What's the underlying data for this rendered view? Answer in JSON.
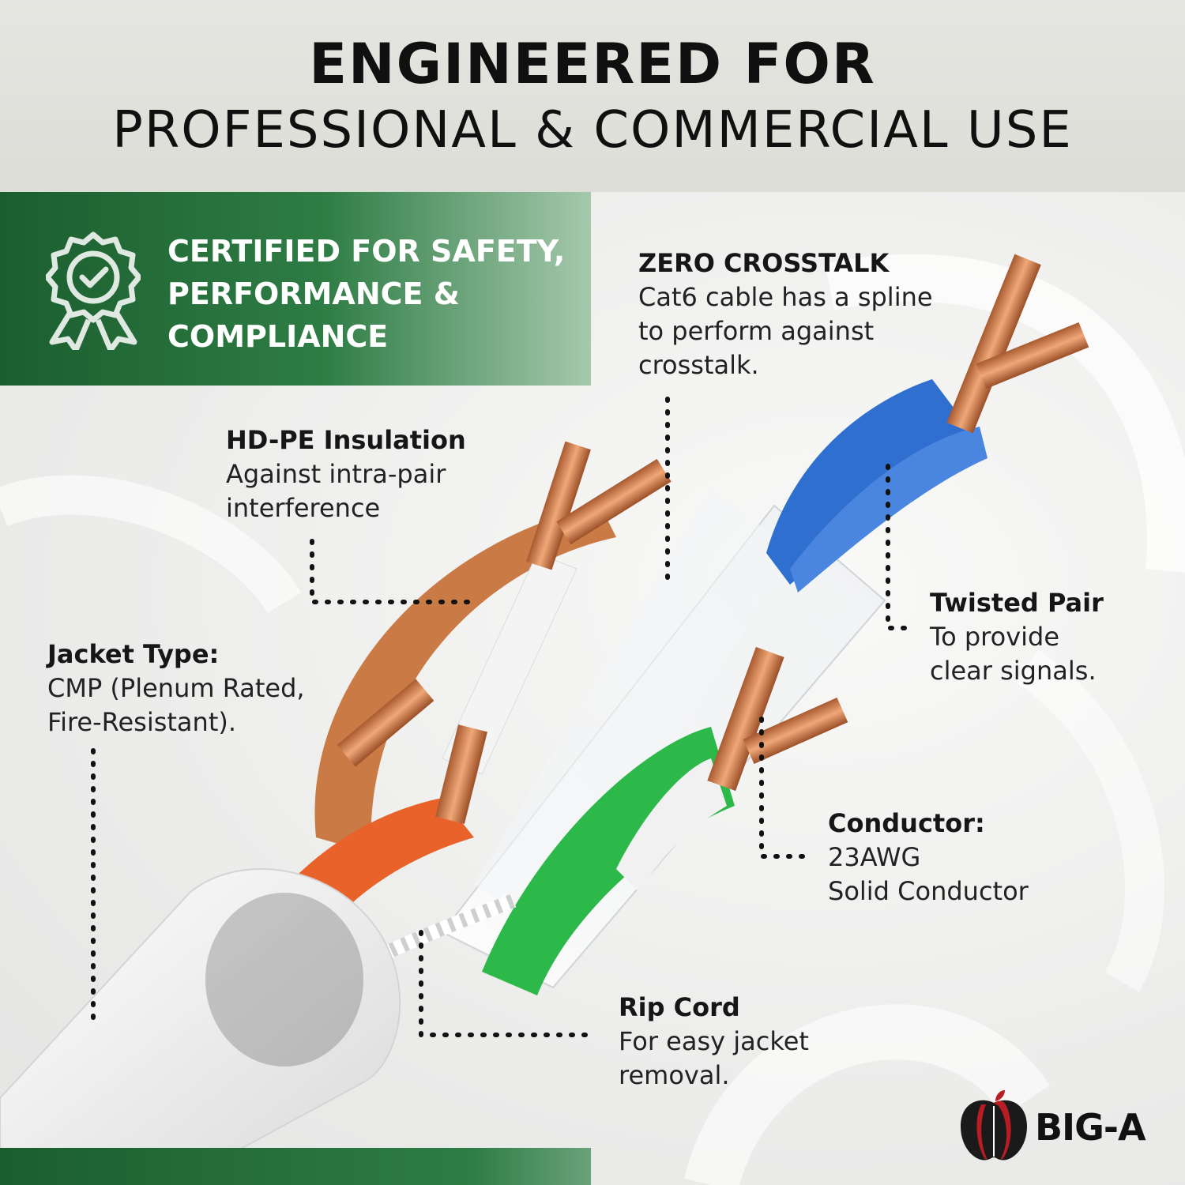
{
  "header": {
    "line1": "ENGINEERED FOR",
    "line2": "PROFESSIONAL & COMMERCIAL USE"
  },
  "banner": {
    "lines": [
      "CERTIFIED FOR SAFETY,",
      "PERFORMANCE &",
      "COMPLIANCE"
    ],
    "icon": "award-ribbon-check-icon"
  },
  "callouts": {
    "crosstalk": {
      "title": "ZERO CROSSTALK",
      "lines": [
        "Cat6 cable has a spline",
        "to perform against",
        "crosstalk."
      ]
    },
    "insulation": {
      "title": "HD-PE Insulation",
      "lines": [
        "Against intra-pair",
        "interference"
      ]
    },
    "jacket": {
      "title": "Jacket Type:",
      "lines": [
        "CMP (Plenum Rated,",
        "Fire-Resistant)."
      ]
    },
    "twisted": {
      "title": "Twisted Pair",
      "lines": [
        "To provide",
        "clear signals."
      ]
    },
    "conductor": {
      "title": "Conductor:",
      "lines": [
        "23AWG",
        "Solid Conductor"
      ]
    },
    "ripcord": {
      "title": "Rip Cord",
      "lines": [
        "For easy jacket",
        "removal."
      ]
    }
  },
  "logo": {
    "text": "BIG-A",
    "icon": "apple-logo-icon"
  },
  "colors": {
    "banner_green": "#1b5e2e",
    "wire_orange": "#e8622a",
    "wire_brown_orange": "#c97a45",
    "wire_blue": "#2f6fd0",
    "wire_green": "#2db84a",
    "copper": "#c7784a"
  }
}
